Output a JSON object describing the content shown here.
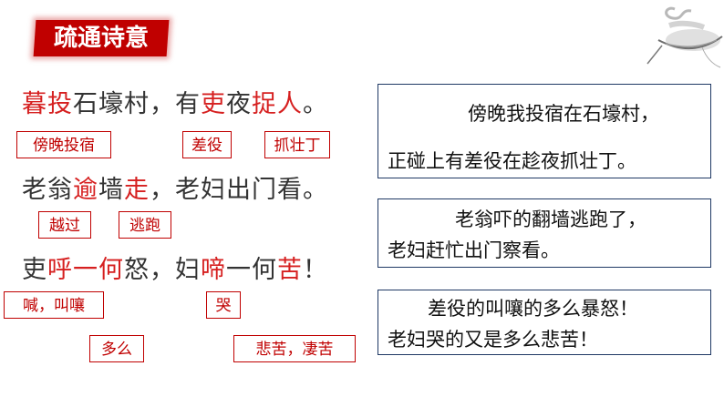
{
  "header": {
    "title": "疏通诗意"
  },
  "poem": {
    "lines": [
      [
        {
          "text": "暮",
          "hl": true
        },
        {
          "text": "投",
          "hl": true
        },
        {
          "text": "石壕村，有",
          "hl": false
        },
        {
          "text": "吏",
          "hl": true
        },
        {
          "text": "夜",
          "hl": false
        },
        {
          "text": "捉人",
          "hl": true
        },
        {
          "text": "。",
          "hl": false
        }
      ],
      [
        {
          "text": "老翁",
          "hl": false
        },
        {
          "text": "逾",
          "hl": true
        },
        {
          "text": "墙",
          "hl": false
        },
        {
          "text": "走",
          "hl": true
        },
        {
          "text": "，老妇出门看。",
          "hl": false
        }
      ],
      [
        {
          "text": "吏",
          "hl": false
        },
        {
          "text": "呼一何",
          "hl": true
        },
        {
          "text": "怒，妇",
          "hl": false
        },
        {
          "text": "啼",
          "hl": true
        },
        {
          "text": "一何",
          "hl": false
        },
        {
          "text": "苦",
          "hl": true
        },
        {
          "text": "！",
          "hl": false
        }
      ]
    ]
  },
  "glosses": {
    "g1": "傍晚投宿",
    "g2": "差役",
    "g3": "抓壮丁",
    "g4": "越过",
    "g5": "逃跑",
    "g6": "喊，叫嚷",
    "g7": "哭",
    "g8": "多么",
    "g9": "悲苦，凄苦"
  },
  "translations": {
    "t1": [
      "傍晚我投宿在石壕村，",
      "正碰上有差役在趁夜抓壮丁。"
    ],
    "t2": [
      "老翁吓的翻墙逃跑了，",
      "老妇赶忙出门察看。"
    ],
    "t3": [
      "差役的叫嚷的多么暴怒！",
      "老妇哭的又是多么悲苦！"
    ]
  },
  "colors": {
    "accent": "#c00000",
    "highlight": "#d62020",
    "box_border": "#1f3864"
  }
}
